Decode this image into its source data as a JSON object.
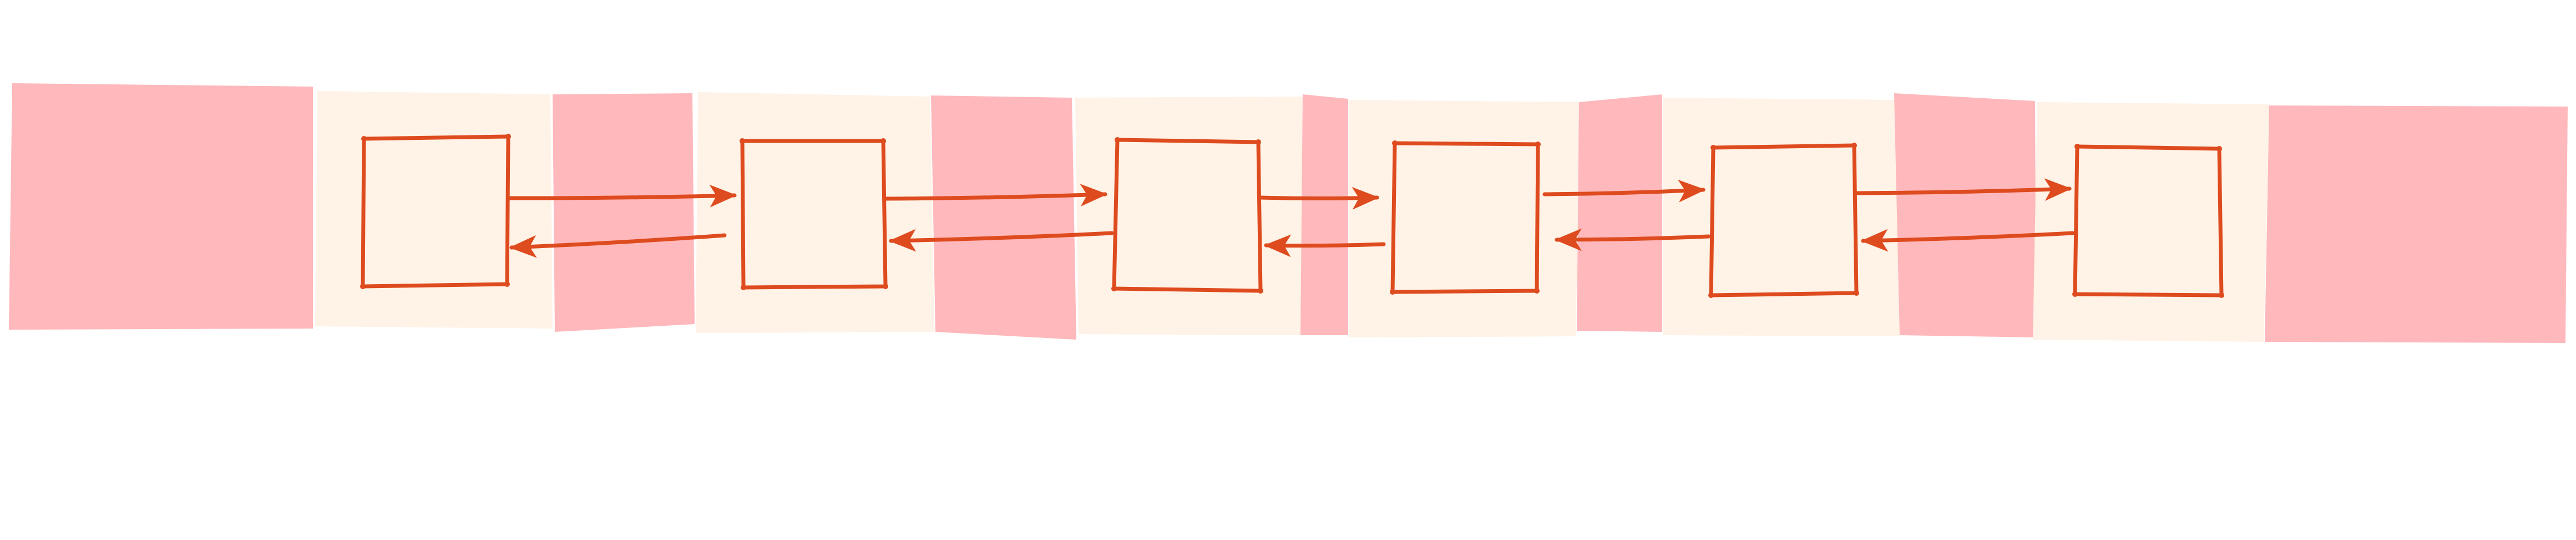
{
  "diagram": {
    "type": "doubly-linked-list",
    "node_count": 6,
    "links_between_neighbors": [
      "forward",
      "backward"
    ],
    "colors": {
      "background": "#ffffff",
      "tile_fill": "#fff2e6",
      "gap_fill": "#ffb8bb",
      "stroke": "#de4b1f"
    }
  }
}
